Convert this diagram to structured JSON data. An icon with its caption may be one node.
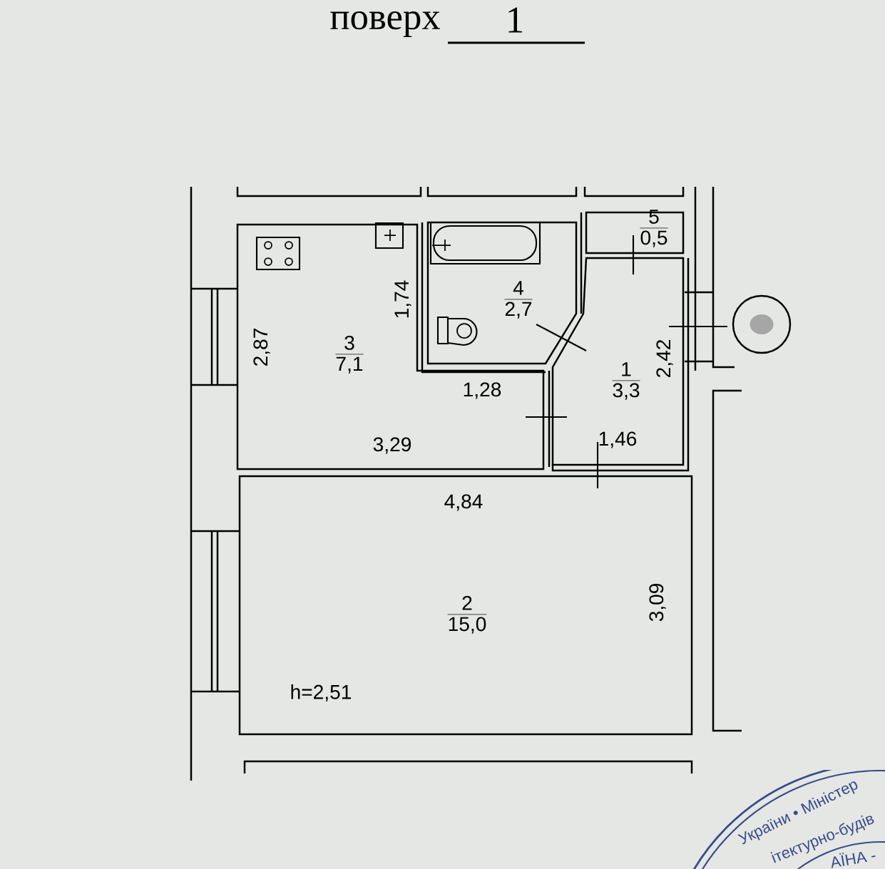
{
  "diagram": {
    "title": "поверх",
    "nodes": [
      {
        "text": [
          "3",
          "7,1"
        ]
      },
      {
        "text": [
          "4",
          "2,7"
        ]
      },
      {
        "text": [
          "5",
          "0,5"
        ]
      },
      {
        "text": [
          "1",
          "3,3"
        ]
      },
      {
        "text": [],
        "shape": "circle"
      },
      {
        "text": [
          "2",
          "15,0"
        ]
      }
    ],
    "labels": [
      "1",
      "1,74",
      "2,87",
      "1,28",
      "3,29",
      "2,42",
      "1,46",
      "4,84",
      "3,09",
      "h=2,51",
      "України • Міністер",
      "ітектурно-будів",
      "АЇНА -"
    ]
  }
}
